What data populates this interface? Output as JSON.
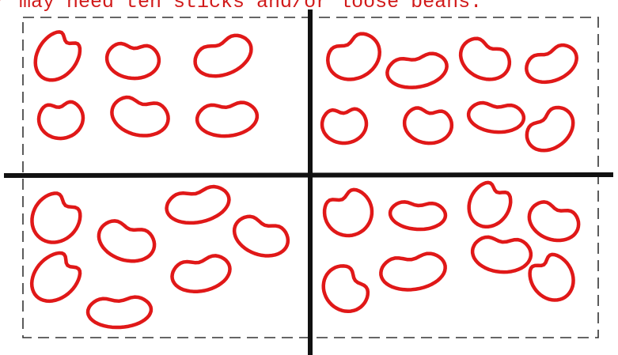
{
  "caption": "r may need ten sticks and/or loose beans.",
  "colors": {
    "bean": "#e01818",
    "divider": "#111111",
    "dashed_border": "#333333",
    "caption": "#d11a1a"
  },
  "quadrants": [
    {
      "position": "top-left",
      "bean_count": 6
    },
    {
      "position": "top-right",
      "bean_count": 8
    },
    {
      "position": "bottom-left",
      "bean_count": 7
    },
    {
      "position": "bottom-right",
      "bean_count": 8
    }
  ]
}
